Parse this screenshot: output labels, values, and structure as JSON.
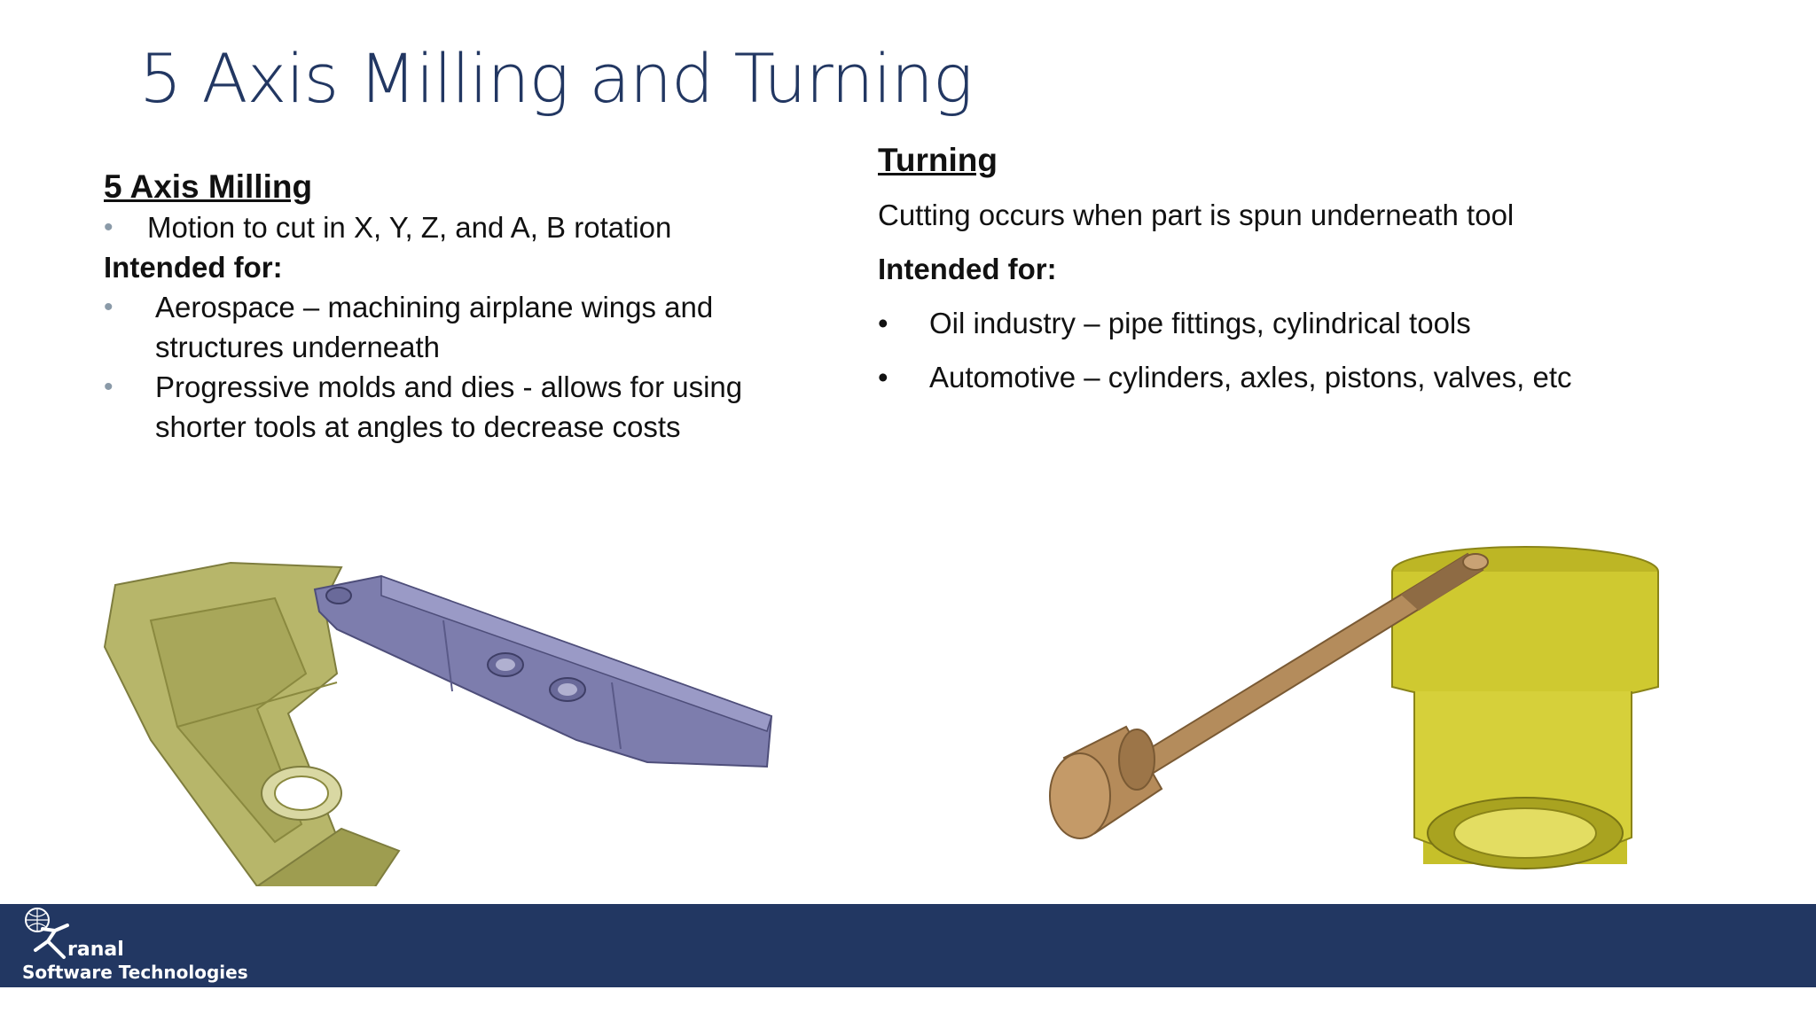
{
  "slide": {
    "title": "5 Axis Milling and Turning"
  },
  "left": {
    "heading": "5 Axis Milling",
    "bullet1": "Motion to cut in X, Y, Z, and A, B rotation",
    "intended": "Intended for:",
    "uses": [
      [
        "Aerospace – machining airplane wings and",
        "structures underneath"
      ],
      [
        "Progressive molds and dies - allows for using",
        "shorter tools at angles to decrease costs"
      ]
    ]
  },
  "right": {
    "heading": "Turning",
    "desc": "Cutting occurs when part is spun underneath tool",
    "intended": "Intended for:",
    "uses": [
      "Oil industry – pipe fittings, cylindrical tools",
      "Automotive – cylinders, axles, pistons, valves, etc"
    ]
  },
  "footer": {
    "brand_line1": "ranal",
    "brand_line2": "Software Technologies"
  },
  "bullet_char": "•",
  "colors": {
    "title": "#223762",
    "footer": "#223762",
    "olive_part": "#b9b86a",
    "purple_part": "#7a7aa8",
    "bronze": "#b08a5a",
    "yellow_part": "#c9c42a"
  },
  "icons": {
    "logo": "globe-runner-logo-icon"
  }
}
